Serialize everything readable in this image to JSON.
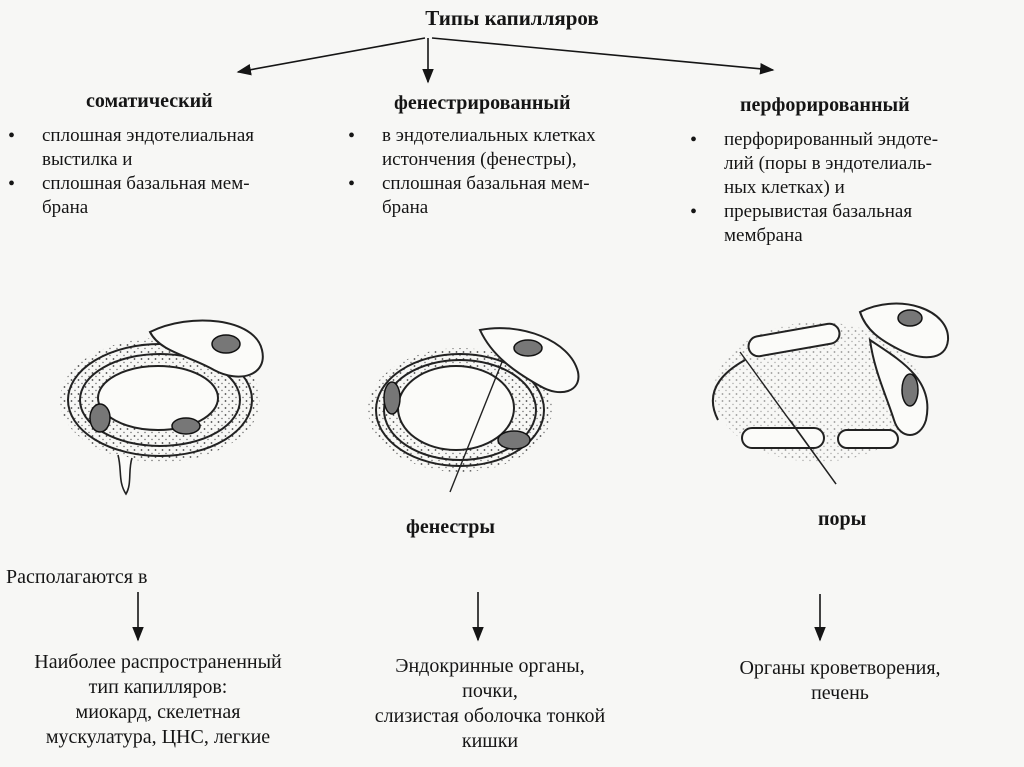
{
  "title": "Типы капилляров",
  "columns": [
    {
      "heading": "соматический",
      "bullets": [
        "сплошная эндотелиальная\nвыстилка и",
        "сплошная базальная мем-\nбрана"
      ],
      "location_lines": [
        "Наиболее распространенный",
        "тип капилляров:",
        "миокард, скелетная",
        "мускулатура, ЦНС, легкие"
      ]
    },
    {
      "heading": "фенестрированный",
      "bullets": [
        "в эндотелиальных клетках\nистончения (фенестры),",
        "сплошная базальная мем-\nбрана"
      ],
      "caption": "фенестры",
      "location_lines": [
        "Эндокринные органы,",
        "почки,",
        "слизистая оболочка тонкой",
        "кишки"
      ]
    },
    {
      "heading": "перфорированный",
      "bullets": [
        "перфорированный эндоте-\nлий (поры в эндотелиаль-\nных клетках) и",
        "прерывистая базальная\nмембрана"
      ],
      "caption": "поры",
      "location_lines": [
        "Органы кроветворения,",
        "печень"
      ]
    }
  ],
  "located_in": "Располагаются в"
}
